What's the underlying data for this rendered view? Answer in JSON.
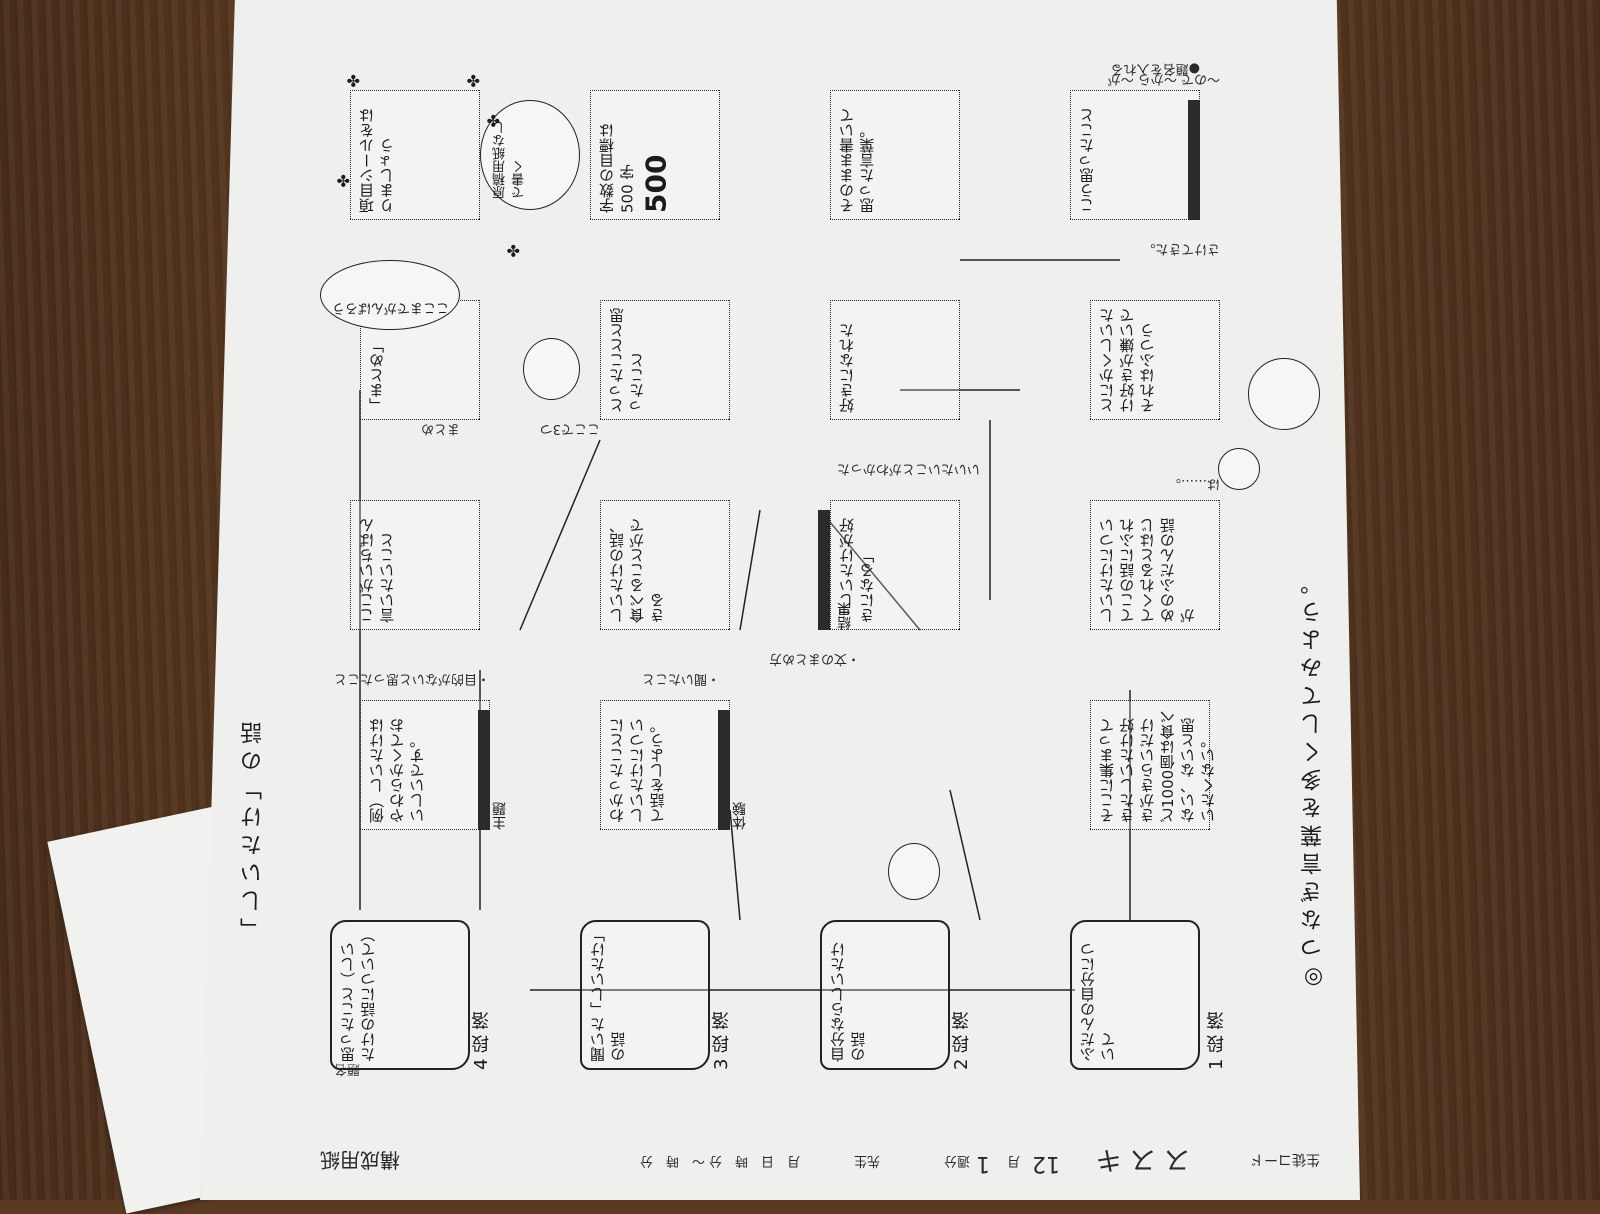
{
  "header": {
    "form_title": "構成用紙",
    "student_code": "生徒コード",
    "class_label": "ス ス キ",
    "month": "12",
    "tsuki": "月",
    "week": "1",
    "week_label": "週分",
    "teacher": "先生",
    "date": "月　日　時　分 ～　時　分",
    "topic_label": "題名"
  },
  "theme": {
    "title": "「しいたけ」の話",
    "instruction": "◎つなぎ言葉を多くしてみよう。"
  },
  "paragraphs": [
    {
      "label": "1 段 落",
      "text": "ふだんの自分について"
    },
    {
      "label": "2 段 落",
      "text": "自分ならしいたけの話"
    },
    {
      "label": "3 段 落",
      "text": "聞いた「しいたけ」の話"
    },
    {
      "label": "4 段 落",
      "text": "思ったこと（しいたけの話について）"
    }
  ],
  "col1": {
    "box1": "しいたけについてこの話にふれてくれるとはじめのふだんの話が",
    "box1_tail": "は……。",
    "box2": "とにかくしいたけ好きが嫌いでそれはふつう",
    "box3": "さけてきた。",
    "heading": "最初"
  },
  "col2": {
    "box1": "そこに集まってきたしいたけ好きがきらいだけど1000個は食べない、ないと思いたくない。",
    "box2": "「しいたけが好きになる」",
    "box3": "好きになれた",
    "heading": "結果"
  },
  "col3": {
    "box1": "わかったことにしいたけについて話をしよう。",
    "heading": "体験",
    "box2": "しいたけの話、食べることができる",
    "box3": "とったことと思ったこと",
    "note": "・聞いたこと"
  },
  "col4": {
    "box1": "例）しいたけはやわらかくておいしいです。",
    "heading": "主題",
    "box2": "ここがいちばん言いたいこと",
    "box3": "「まとめ」",
    "note": "・目的がないと思ったこと"
  },
  "right_col": {
    "box1": "こう思ったこと",
    "box2": "そのまま書いて思った言葉。",
    "box3": "項目シールをはりましょう",
    "bubble": "字数の目標は 500 字",
    "big": "500",
    "note": "原稿用紙なしで書く",
    "balloon": "ここまでがんばろう"
  },
  "other": {
    "summary": "ここで3つ",
    "talk": "いいたいことがわかった",
    "feel": "まとめ",
    "bottom_note": "・文のまとめ方",
    "sample_words": "～ので ～から ～が",
    "number_line": "●題名を入れる"
  },
  "colors": {
    "ink": "#1b1b1b",
    "paper": "#efefed",
    "table": "#5a3a22"
  }
}
